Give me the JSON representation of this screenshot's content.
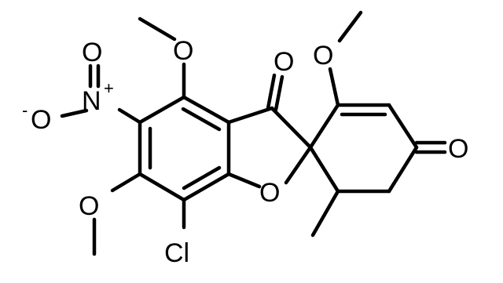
{
  "molecule": {
    "atoms": {
      "nitro_o_top": "O",
      "nitro_o_minus": "O",
      "nitro_minus_sign": "-",
      "nitro_n": "N",
      "nitro_plus_sign": "+",
      "methoxy_o_upper": "O",
      "methoxy_o_left": "O",
      "ketone_o_furanone": "O",
      "methoxy_o_ring": "O",
      "ketone_o_ring": "O",
      "ring_o": "O",
      "chlorine": "Cl"
    }
  }
}
